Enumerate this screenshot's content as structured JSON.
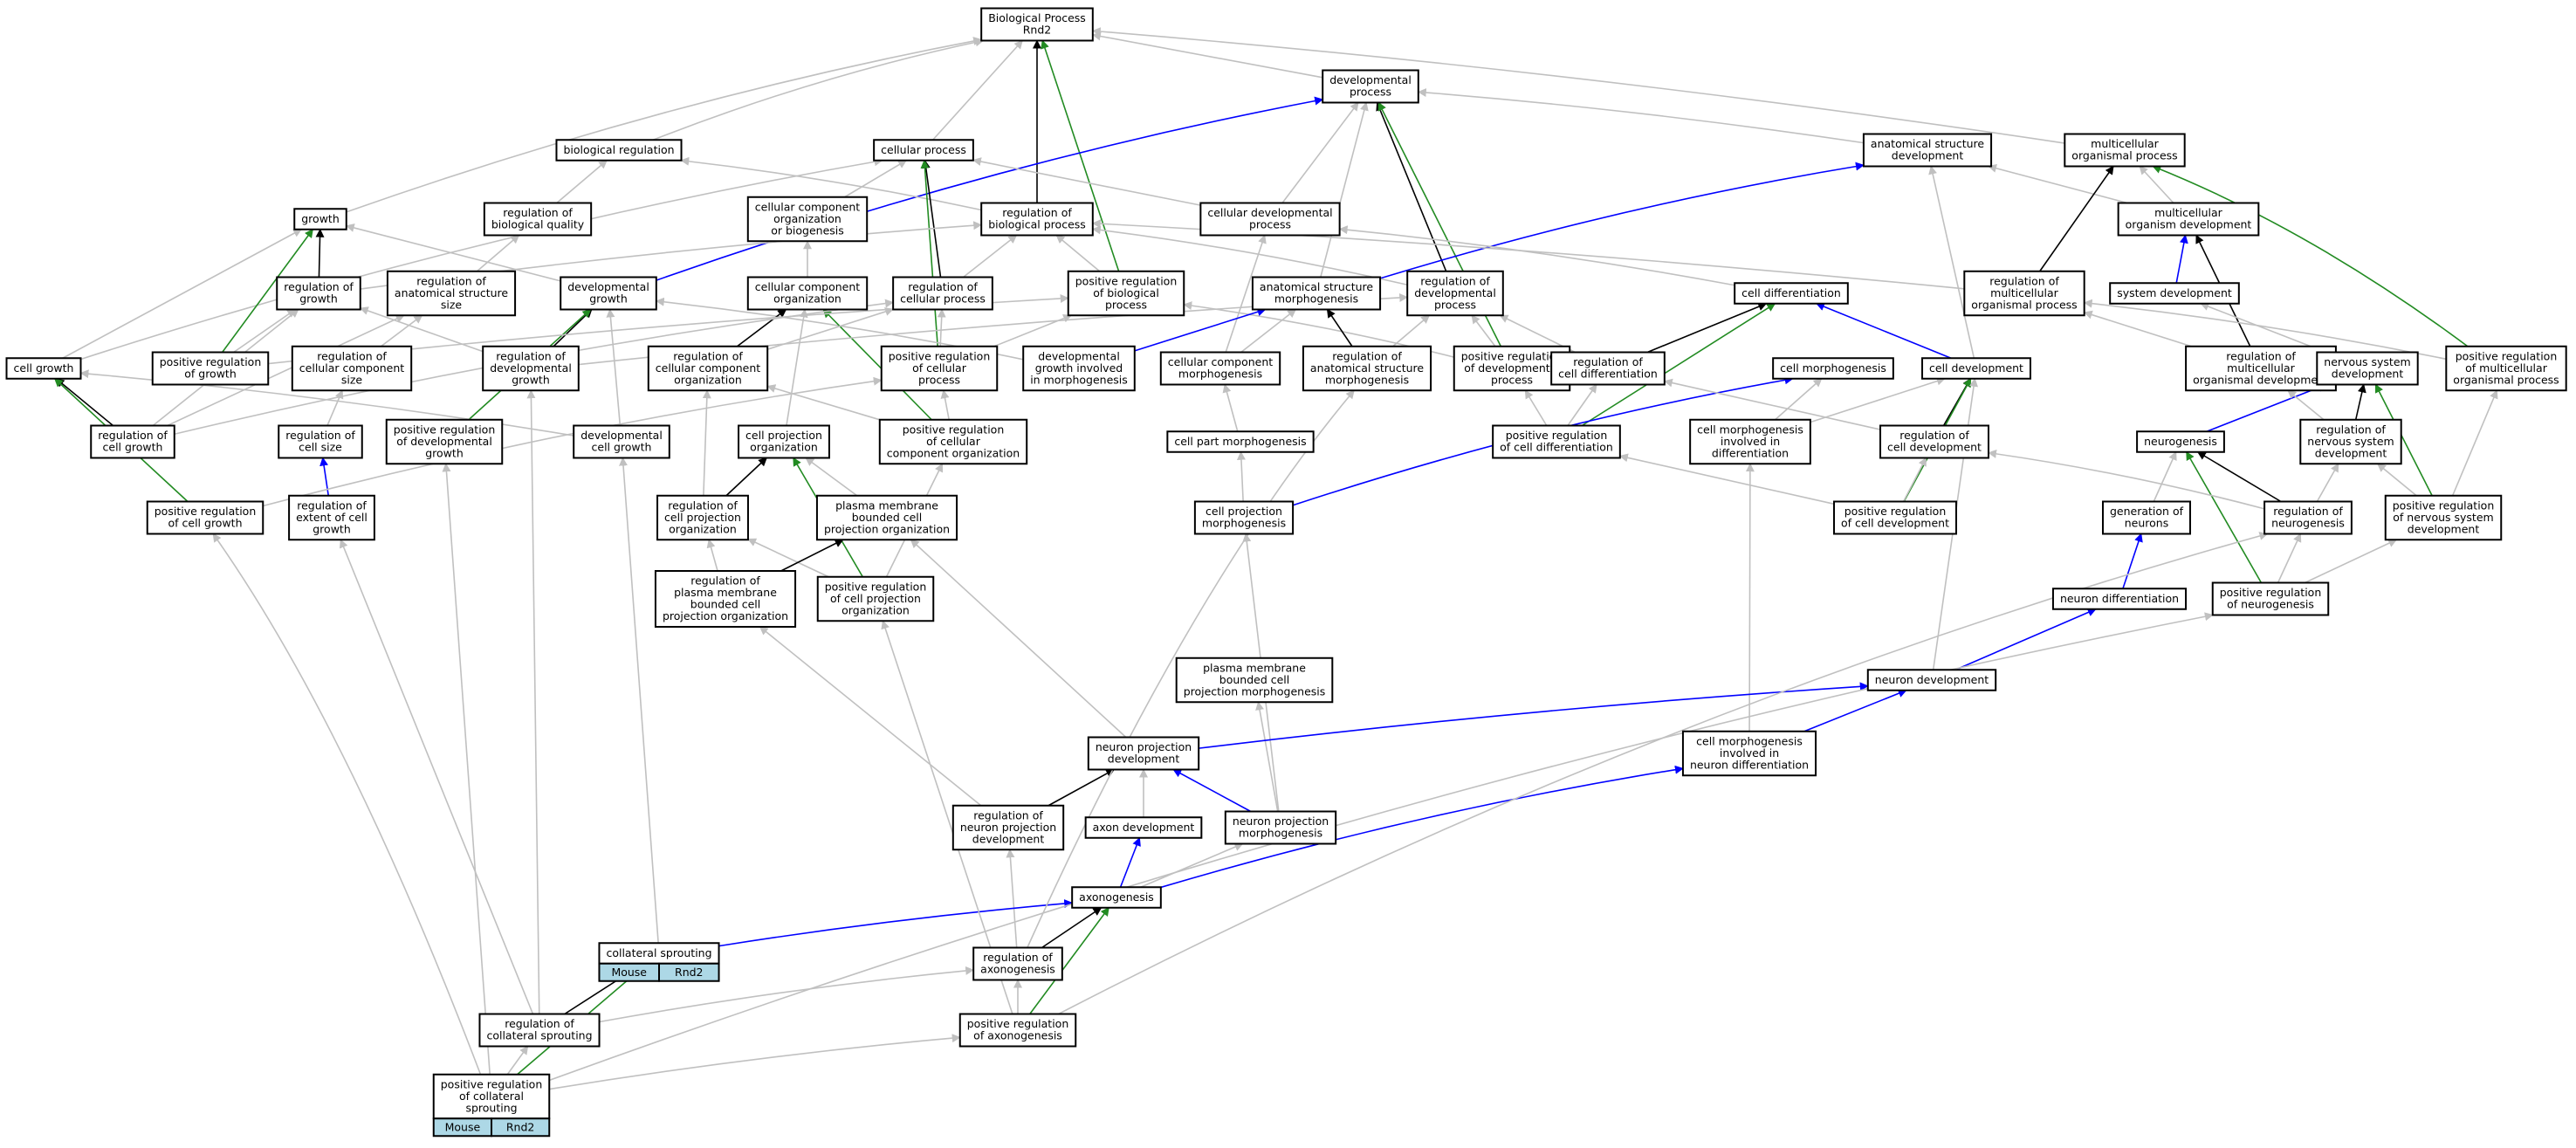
{
  "colors": {
    "is_a": "#c0c0c0",
    "part_of": "#000000",
    "positively_regulates": "#228b22",
    "regulates_sub": "#0000ff",
    "tag_fill": "#add8e6"
  },
  "nodes": [
    {
      "id": "bp",
      "lines": [
        "Biological Process",
        "Rnd2"
      ]
    },
    {
      "id": "devproc",
      "lines": [
        "developmental",
        "process"
      ]
    },
    {
      "id": "biolreg",
      "lines": [
        "biological regulation"
      ]
    },
    {
      "id": "cellproc",
      "lines": [
        "cellular process"
      ]
    },
    {
      "id": "asdev",
      "lines": [
        "anatomical structure",
        "development"
      ]
    },
    {
      "id": "multidev",
      "lines": [
        "multicellular",
        "organismal process"
      ]
    },
    {
      "id": "growth",
      "lines": [
        "growth"
      ]
    },
    {
      "id": "regbq",
      "lines": [
        "regulation of",
        "biological quality"
      ]
    },
    {
      "id": "ccob",
      "lines": [
        "cellular component",
        "organization",
        "or biogenesis"
      ]
    },
    {
      "id": "regbp",
      "lines": [
        "regulation of",
        "biological process"
      ]
    },
    {
      "id": "celldevproc",
      "lines": [
        "cellular developmental",
        "process"
      ]
    },
    {
      "id": "mod",
      "lines": [
        "multicellular",
        "organism development"
      ]
    },
    {
      "id": "reggrowth",
      "lines": [
        "regulation of",
        "growth"
      ]
    },
    {
      "id": "regass",
      "lines": [
        "regulation of",
        "anatomical structure",
        "size"
      ]
    },
    {
      "id": "devgrowth",
      "lines": [
        "developmental",
        "growth"
      ]
    },
    {
      "id": "ccorg",
      "lines": [
        "cellular component",
        "organization"
      ]
    },
    {
      "id": "regcp",
      "lines": [
        "regulation of",
        "cellular process"
      ]
    },
    {
      "id": "posregbp",
      "lines": [
        "positive regulation",
        "of biological",
        "process"
      ]
    },
    {
      "id": "asm",
      "lines": [
        "anatomical structure",
        "morphogenesis"
      ]
    },
    {
      "id": "regdp",
      "lines": [
        "regulation of",
        "developmental",
        "process"
      ]
    },
    {
      "id": "celldiff",
      "lines": [
        "cell differentiation"
      ]
    },
    {
      "id": "regmop",
      "lines": [
        "regulation of",
        "multicellular",
        "organismal process"
      ]
    },
    {
      "id": "sysdev",
      "lines": [
        "system development"
      ]
    },
    {
      "id": "cellgrowth",
      "lines": [
        "cell growth"
      ]
    },
    {
      "id": "posreggrowth",
      "lines": [
        "positive regulation",
        "of growth"
      ]
    },
    {
      "id": "regccs",
      "lines": [
        "regulation of",
        "cellular component",
        "size"
      ]
    },
    {
      "id": "regdevgrowth",
      "lines": [
        "regulation of",
        "developmental",
        "growth"
      ]
    },
    {
      "id": "regcco",
      "lines": [
        "regulation of",
        "cellular component",
        "organization"
      ]
    },
    {
      "id": "posregcp",
      "lines": [
        "positive regulation",
        "of cellular",
        "process"
      ]
    },
    {
      "id": "dgim",
      "lines": [
        "developmental",
        "growth involved",
        "in morphogenesis"
      ]
    },
    {
      "id": "ccm",
      "lines": [
        "cellular component",
        "morphogenesis"
      ]
    },
    {
      "id": "regasm",
      "lines": [
        "regulation of",
        "anatomical structure",
        "morphogenesis"
      ]
    },
    {
      "id": "posregdp",
      "lines": [
        "positive regulation",
        "of developmental",
        "process"
      ]
    },
    {
      "id": "regcd",
      "lines": [
        "regulation of",
        "cell differentiation"
      ]
    },
    {
      "id": "cellmorph",
      "lines": [
        "cell morphogenesis"
      ]
    },
    {
      "id": "celldev",
      "lines": [
        "cell development"
      ]
    },
    {
      "id": "regmod",
      "lines": [
        "regulation of",
        "multicellular",
        "organismal development"
      ]
    },
    {
      "id": "nsd",
      "lines": [
        "nervous system",
        "development"
      ]
    },
    {
      "id": "posregmop",
      "lines": [
        "positive regulation",
        "of multicellular",
        "organismal process"
      ]
    },
    {
      "id": "regcg",
      "lines": [
        "regulation of",
        "cell growth"
      ]
    },
    {
      "id": "regcs",
      "lines": [
        "regulation of",
        "cell size"
      ]
    },
    {
      "id": "posregdg",
      "lines": [
        "positive regulation",
        "of developmental",
        "growth"
      ]
    },
    {
      "id": "devcg",
      "lines": [
        "developmental",
        "cell growth"
      ]
    },
    {
      "id": "cpo",
      "lines": [
        "cell projection",
        "organization"
      ]
    },
    {
      "id": "posregcco",
      "lines": [
        "positive regulation",
        "of cellular",
        "component organization"
      ]
    },
    {
      "id": "cpm",
      "lines": [
        "cell part morphogenesis"
      ]
    },
    {
      "id": "posregcdiff",
      "lines": [
        "positive regulation",
        "of cell differentiation"
      ]
    },
    {
      "id": "cmid",
      "lines": [
        "cell morphogenesis",
        "involved in",
        "differentiation"
      ]
    },
    {
      "id": "regcdev",
      "lines": [
        "regulation of",
        "cell development"
      ]
    },
    {
      "id": "neurogenesis",
      "lines": [
        "neurogenesis"
      ]
    },
    {
      "id": "regnsd",
      "lines": [
        "regulation of",
        "nervous system",
        "development"
      ]
    },
    {
      "id": "posregcg",
      "lines": [
        "positive regulation",
        "of cell growth"
      ]
    },
    {
      "id": "regecg",
      "lines": [
        "regulation of",
        "extent of cell",
        "growth"
      ]
    },
    {
      "id": "regcpo",
      "lines": [
        "regulation of",
        "cell projection",
        "organization"
      ]
    },
    {
      "id": "pmbcpo",
      "lines": [
        "plasma membrane",
        "bounded cell",
        "projection organization"
      ]
    },
    {
      "id": "cprojm",
      "lines": [
        "cell projection",
        "morphogenesis"
      ]
    },
    {
      "id": "posregcdev",
      "lines": [
        "positive regulation",
        "of cell development"
      ]
    },
    {
      "id": "genneur",
      "lines": [
        "generation of",
        "neurons"
      ]
    },
    {
      "id": "regneurog",
      "lines": [
        "regulation of",
        "neurogenesis"
      ]
    },
    {
      "id": "posregnsd",
      "lines": [
        "positive regulation",
        "of nervous system",
        "development"
      ]
    },
    {
      "id": "regpmbcpo",
      "lines": [
        "regulation of",
        "plasma membrane",
        "bounded cell",
        "projection organization"
      ]
    },
    {
      "id": "posregcpo",
      "lines": [
        "positive regulation",
        "of cell projection",
        "organization"
      ]
    },
    {
      "id": "neurdiff",
      "lines": [
        "neuron differentiation"
      ]
    },
    {
      "id": "posregneurog",
      "lines": [
        "positive regulation",
        "of neurogenesis"
      ]
    },
    {
      "id": "pmbcpm",
      "lines": [
        "plasma membrane",
        "bounded cell",
        "projection morphogenesis"
      ]
    },
    {
      "id": "neurdev",
      "lines": [
        "neuron development"
      ]
    },
    {
      "id": "npd",
      "lines": [
        "neuron projection",
        "development"
      ]
    },
    {
      "id": "cmind",
      "lines": [
        "cell morphogenesis",
        "involved in",
        "neuron differentiation"
      ]
    },
    {
      "id": "regnpd",
      "lines": [
        "regulation of",
        "neuron projection",
        "development"
      ]
    },
    {
      "id": "axondev",
      "lines": [
        "axon development"
      ]
    },
    {
      "id": "npm",
      "lines": [
        "neuron projection",
        "morphogenesis"
      ]
    },
    {
      "id": "axonogenesis",
      "lines": [
        "axonogenesis"
      ]
    },
    {
      "id": "colsprout",
      "lines": [
        "collateral sprouting"
      ],
      "tags": [
        "Mouse",
        "Rnd2"
      ]
    },
    {
      "id": "regaxon",
      "lines": [
        "regulation of",
        "axonogenesis"
      ]
    },
    {
      "id": "regcolsprout",
      "lines": [
        "regulation of",
        "collateral sprouting"
      ]
    },
    {
      "id": "posregaxon",
      "lines": [
        "positive regulation",
        "of axonogenesis"
      ]
    },
    {
      "id": "posregcolsprout",
      "lines": [
        "positive regulation",
        "of collateral",
        "sprouting"
      ],
      "tags": [
        "Mouse",
        "Rnd2"
      ]
    }
  ]
}
